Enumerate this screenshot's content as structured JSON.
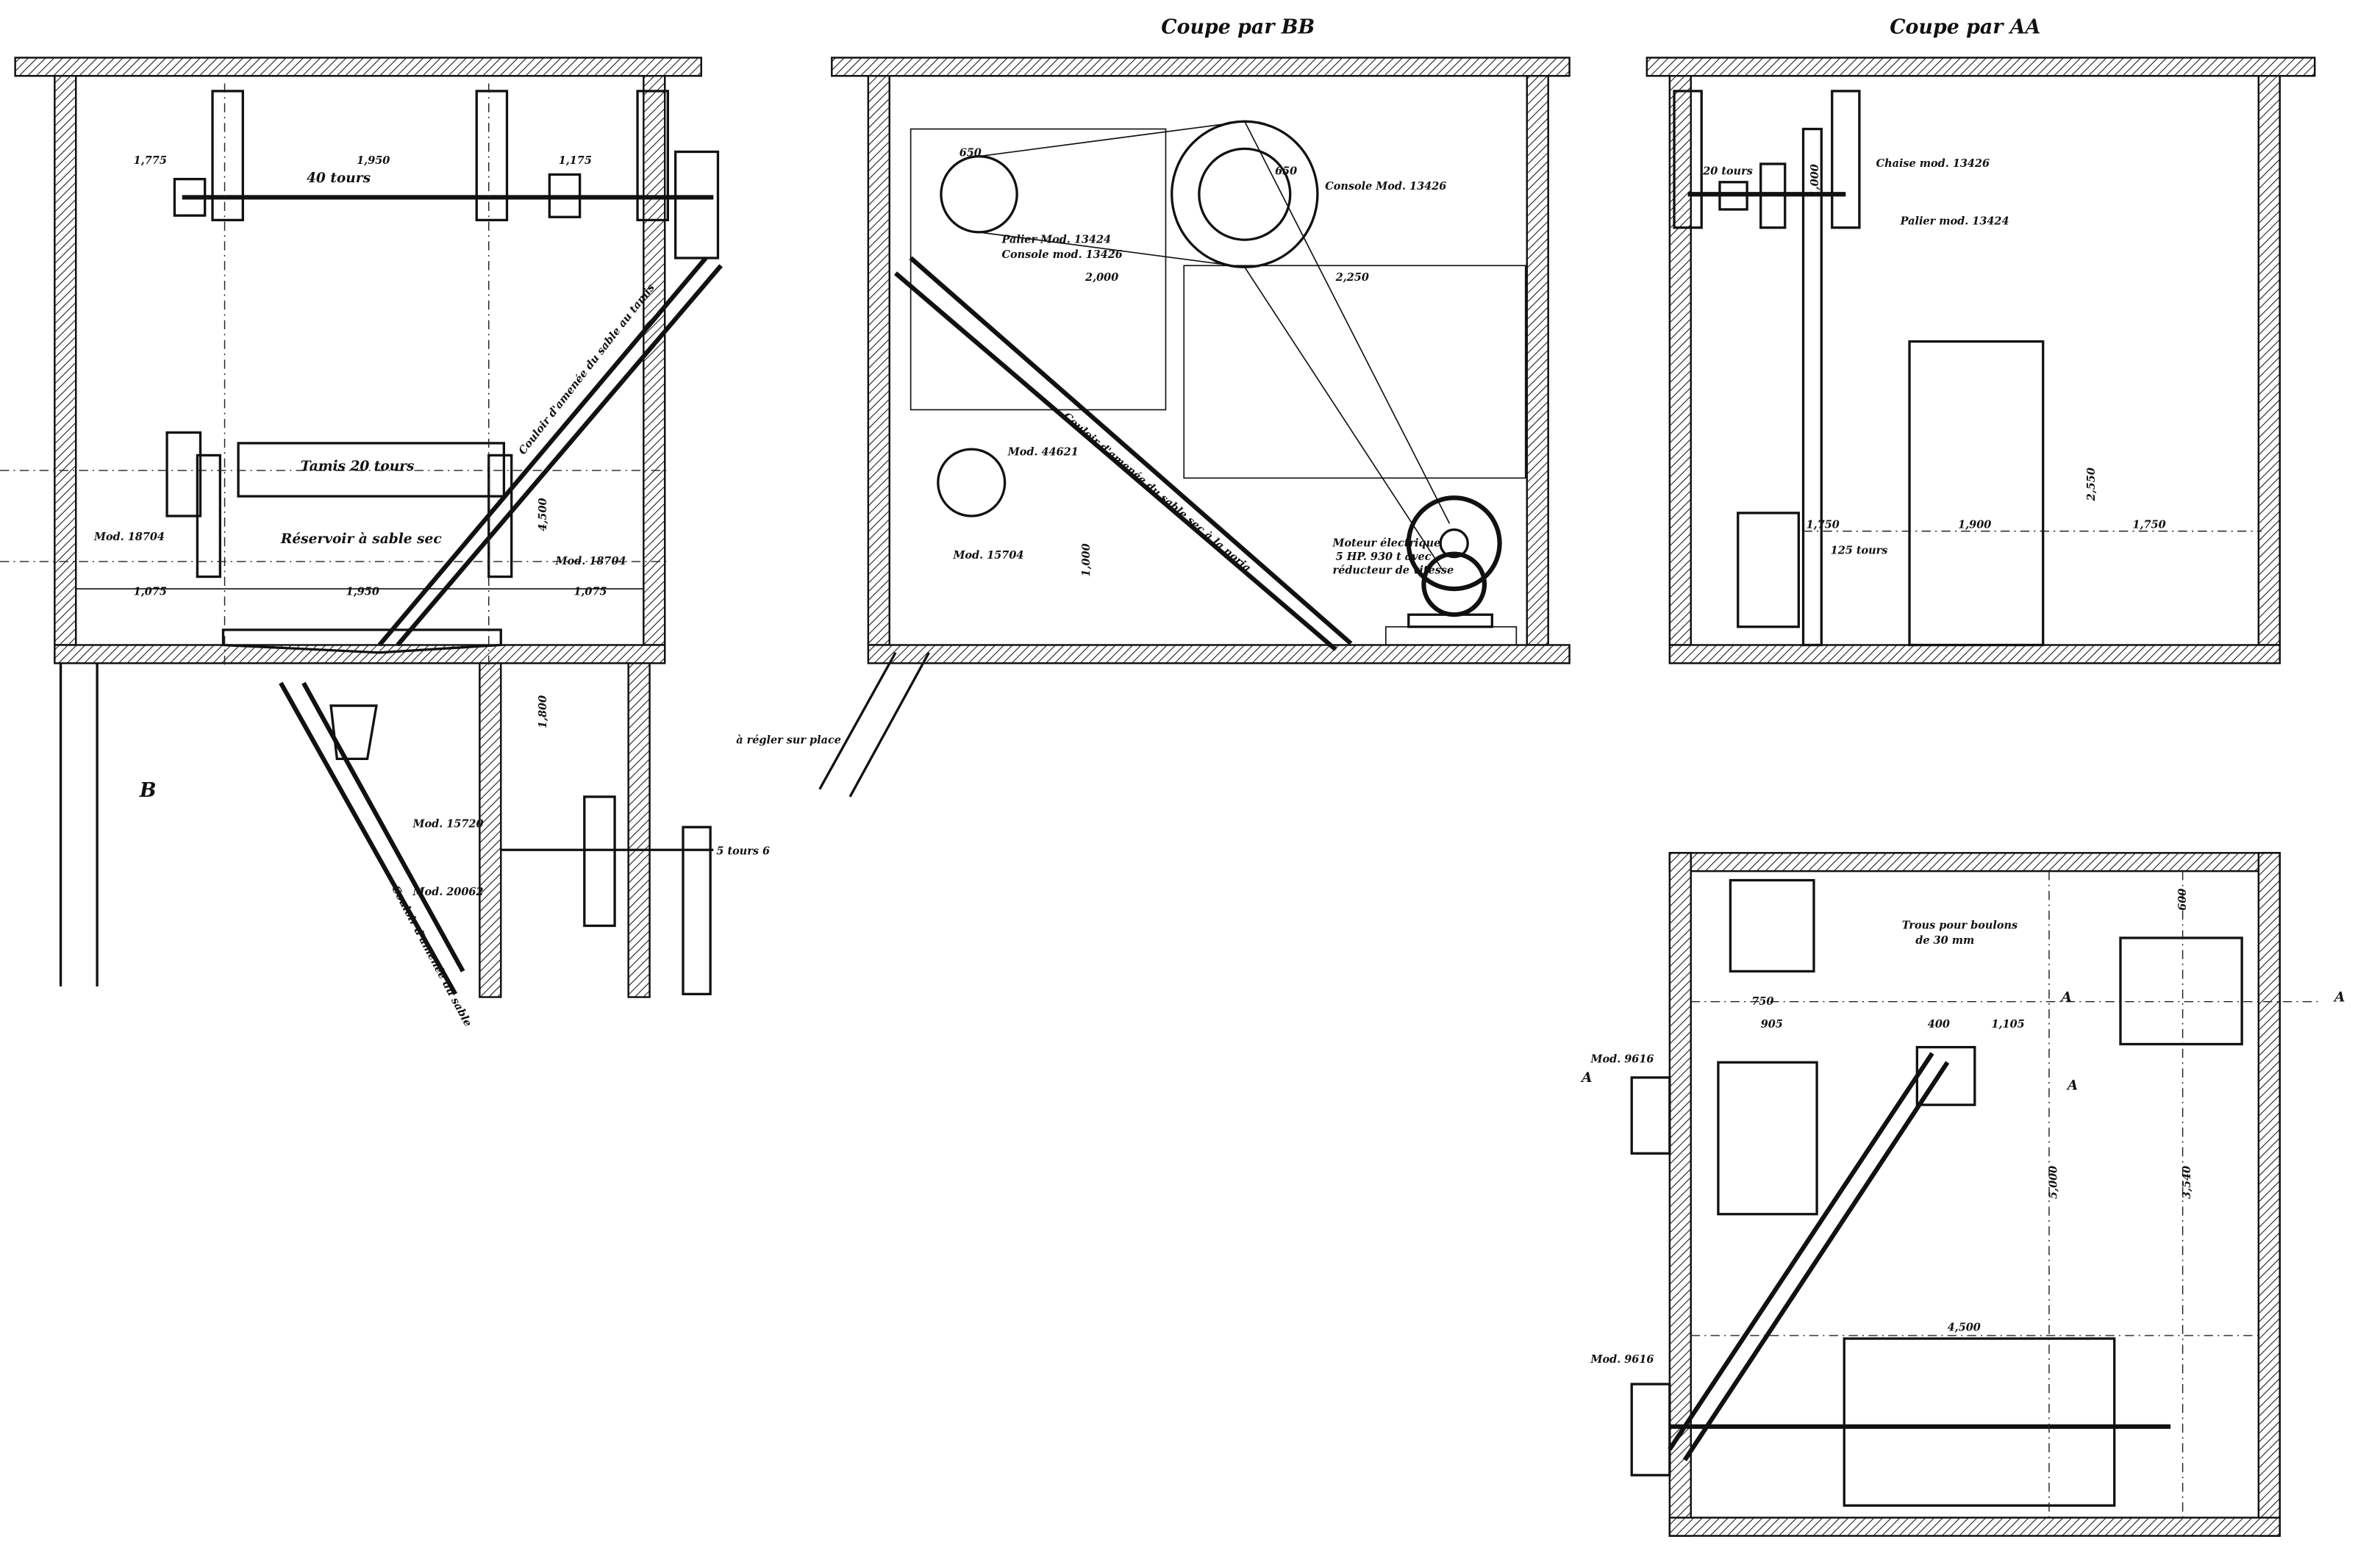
{
  "titles": {
    "section_bb": "Coupe par BB",
    "section_aa": "Coupe par AA"
  },
  "left_view": {
    "shaft_speed": "40 tours",
    "sieve": "Tamis 20 tours",
    "reservoir": "Réservoir à sable sec",
    "mod_left": "Mod. 18704",
    "mod_right": "Mod. 18704",
    "chute_label": "Couloir d'amenée du sable au tamis",
    "lower_chute": "Couloir d'amenée du sable",
    "mod_lower_1": "Mod. 15720",
    "mod_lower_2": "Mod. 20062",
    "speed_lower": "5 tours 6",
    "section_marker": "B",
    "dims": [
      "1,775",
      "1,950",
      "1,175",
      "1,075",
      "1,950",
      "1,075",
      "4,500",
      "1,800"
    ]
  },
  "middle_view": {
    "palier": "Palier Mod. 13424",
    "console_1": "Console mod. 13426",
    "console_2": "Console Mod. 13426",
    "motor_line1": "Moteur électrique",
    "motor_line2": "5 HP. 930 t avec",
    "motor_line3": "réducteur de vitesse",
    "chute": "Couloir d'amenée du sable sec à la noria",
    "mod_a": "Mod. 15704",
    "mod_b": "Mod. 44621",
    "adjust": "à régler sur place",
    "dims": [
      "2,000",
      "2,250",
      "1,000",
      "650",
      "650"
    ]
  },
  "right_view": {
    "speed": "20 tours",
    "chaise": "Chaise mod. 13426",
    "palier": "Palier mod. 13424",
    "speed_low": "125 tours",
    "dims": [
      "1,900",
      "1,750",
      "2,550",
      "1,750",
      "1,000"
    ]
  },
  "plan_view": {
    "bolts_line1": "Trous pour boulons",
    "bolts_line2": "de 30 mm",
    "mod_top": "Mod. 9616",
    "mod_bottom": "Mod. 9616",
    "marker": "A",
    "dims": [
      "4,500",
      "5,000",
      "3,540",
      "905",
      "750",
      "400",
      "1,105",
      "600"
    ]
  }
}
